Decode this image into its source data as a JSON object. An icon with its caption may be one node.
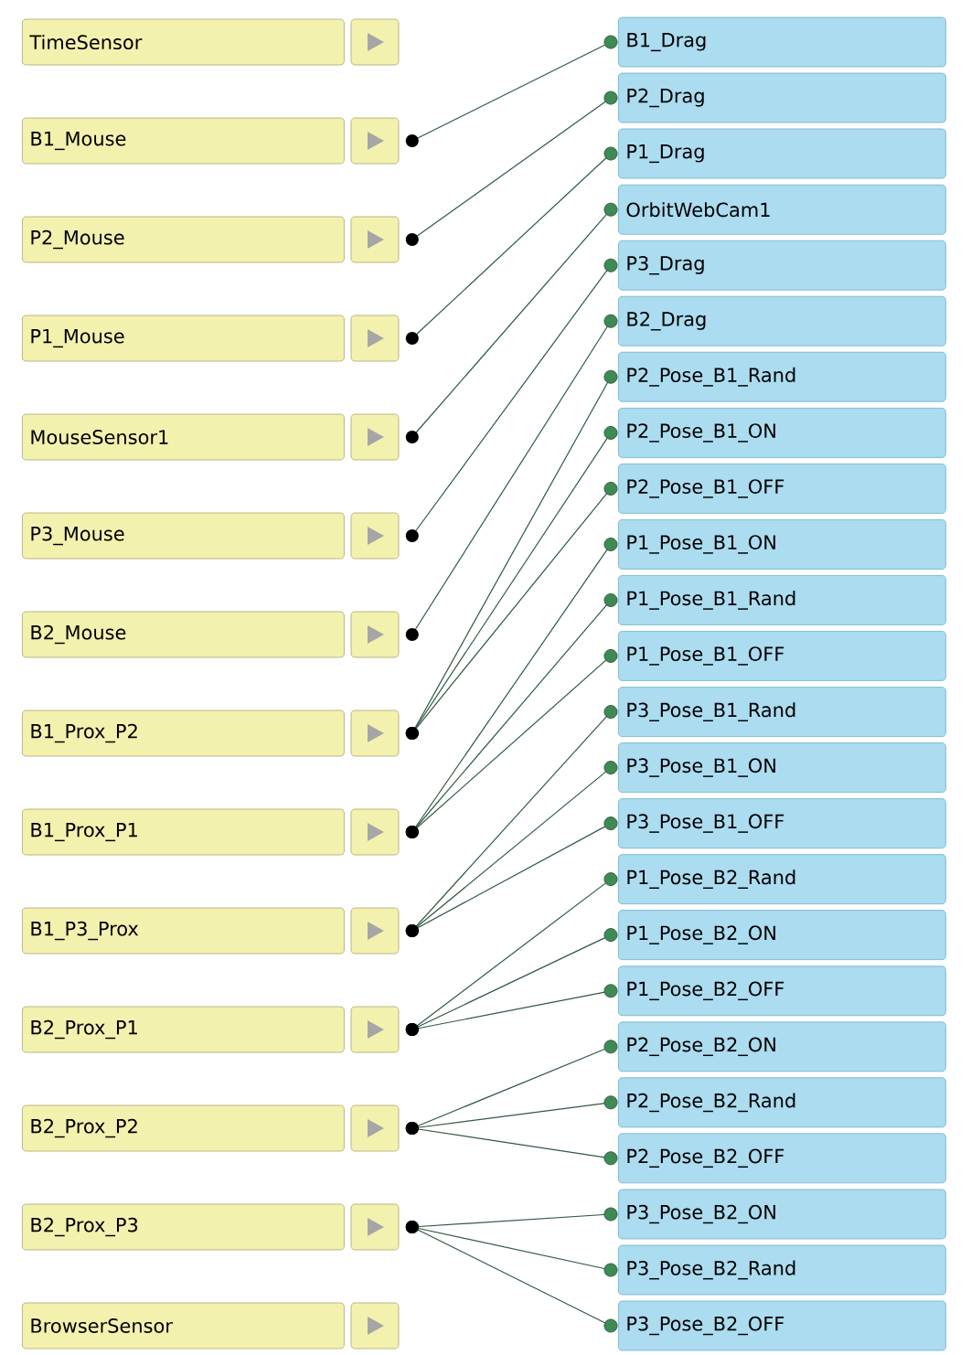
{
  "diagram": {
    "nodes": [
      {
        "text": [
          "TimeSensor"
        ]
      },
      {
        "text": [
          "B1_Mouse"
        ]
      },
      {
        "text": [
          "P2_Mouse"
        ]
      },
      {
        "text": [
          "P1_Mouse"
        ]
      },
      {
        "text": [
          "MouseSensor1"
        ]
      },
      {
        "text": [
          "P3_Mouse"
        ]
      },
      {
        "text": [
          "B2_Mouse"
        ]
      },
      {
        "text": [
          "B1_Prox_P2"
        ]
      },
      {
        "text": [
          "B1_Prox_P1"
        ]
      },
      {
        "text": [
          "B1_P3_Prox"
        ]
      },
      {
        "text": [
          "B2_Prox_P1"
        ]
      },
      {
        "text": [
          "B2_Prox_P2"
        ]
      },
      {
        "text": [
          "B2_Prox_P3"
        ]
      },
      {
        "text": [
          "BrowserSensor"
        ]
      },
      {
        "text": [
          "B1_Drag"
        ]
      },
      {
        "text": [
          "P2_Drag"
        ]
      },
      {
        "text": [
          "P1_Drag"
        ]
      },
      {
        "text": [
          "OrbitWebCam1"
        ]
      },
      {
        "text": [
          "P3_Drag"
        ]
      },
      {
        "text": [
          "B2_Drag"
        ]
      },
      {
        "text": [
          "P2_Pose_B1_Rand"
        ]
      },
      {
        "text": [
          "P2_Pose_B1_ON"
        ]
      },
      {
        "text": [
          "P2_Pose_B1_OFF"
        ]
      },
      {
        "text": [
          "P1_Pose_B1_ON"
        ]
      },
      {
        "text": [
          "P1_Pose_B1_Rand"
        ]
      },
      {
        "text": [
          "P1_Pose_B1_OFF"
        ]
      },
      {
        "text": [
          "P3_Pose_B1_Rand"
        ]
      },
      {
        "text": [
          "P3_Pose_B1_ON"
        ]
      },
      {
        "text": [
          "P3_Pose_B1_OFF"
        ]
      },
      {
        "text": [
          "P1_Pose_B2_Rand"
        ]
      },
      {
        "text": [
          "P1_Pose_B2_ON"
        ]
      },
      {
        "text": [
          "P1_Pose_B2_OFF"
        ]
      },
      {
        "text": [
          "P2_Pose_B2_ON"
        ]
      },
      {
        "text": [
          "P2_Pose_B2_Rand"
        ]
      },
      {
        "text": [
          "P2_Pose_B2_OFF"
        ]
      },
      {
        "text": [
          "P3_Pose_B2_ON"
        ]
      },
      {
        "text": [
          "P3_Pose_B2_Rand"
        ]
      },
      {
        "text": [
          "P3_Pose_B2_OFF"
        ]
      }
    ],
    "edges": [
      {
        "from": 1,
        "to": 14,
        "arrow": "other"
      },
      {
        "from": 2,
        "to": 15,
        "arrow": "other"
      },
      {
        "from": 3,
        "to": 16,
        "arrow": "other"
      },
      {
        "from": 4,
        "to": 17,
        "arrow": "other"
      },
      {
        "from": 5,
        "to": 18,
        "arrow": "other"
      },
      {
        "from": 6,
        "to": 19,
        "arrow": "other"
      },
      {
        "from": 7,
        "to": 20,
        "arrow": "other"
      },
      {
        "from": 7,
        "to": 21,
        "arrow": "other"
      },
      {
        "from": 7,
        "to": 22,
        "arrow": "other"
      },
      {
        "from": 8,
        "to": 23,
        "arrow": "other"
      },
      {
        "from": 8,
        "to": 24,
        "arrow": "other"
      },
      {
        "from": 8,
        "to": 25,
        "arrow": "other"
      },
      {
        "from": 9,
        "to": 26,
        "arrow": "other"
      },
      {
        "from": 9,
        "to": 27,
        "arrow": "other"
      },
      {
        "from": 9,
        "to": 28,
        "arrow": "other"
      },
      {
        "from": 10,
        "to": 29,
        "arrow": "other"
      },
      {
        "from": 10,
        "to": 30,
        "arrow": "other"
      },
      {
        "from": 10,
        "to": 31,
        "arrow": "other"
      },
      {
        "from": 11,
        "to": 32,
        "arrow": "other"
      },
      {
        "from": 11,
        "to": 33,
        "arrow": "other"
      },
      {
        "from": 11,
        "to": 34,
        "arrow": "other"
      },
      {
        "from": 12,
        "to": 35,
        "arrow": "other"
      },
      {
        "from": 12,
        "to": 36,
        "arrow": "other"
      },
      {
        "from": 12,
        "to": 37,
        "arrow": "other"
      }
    ]
  }
}
